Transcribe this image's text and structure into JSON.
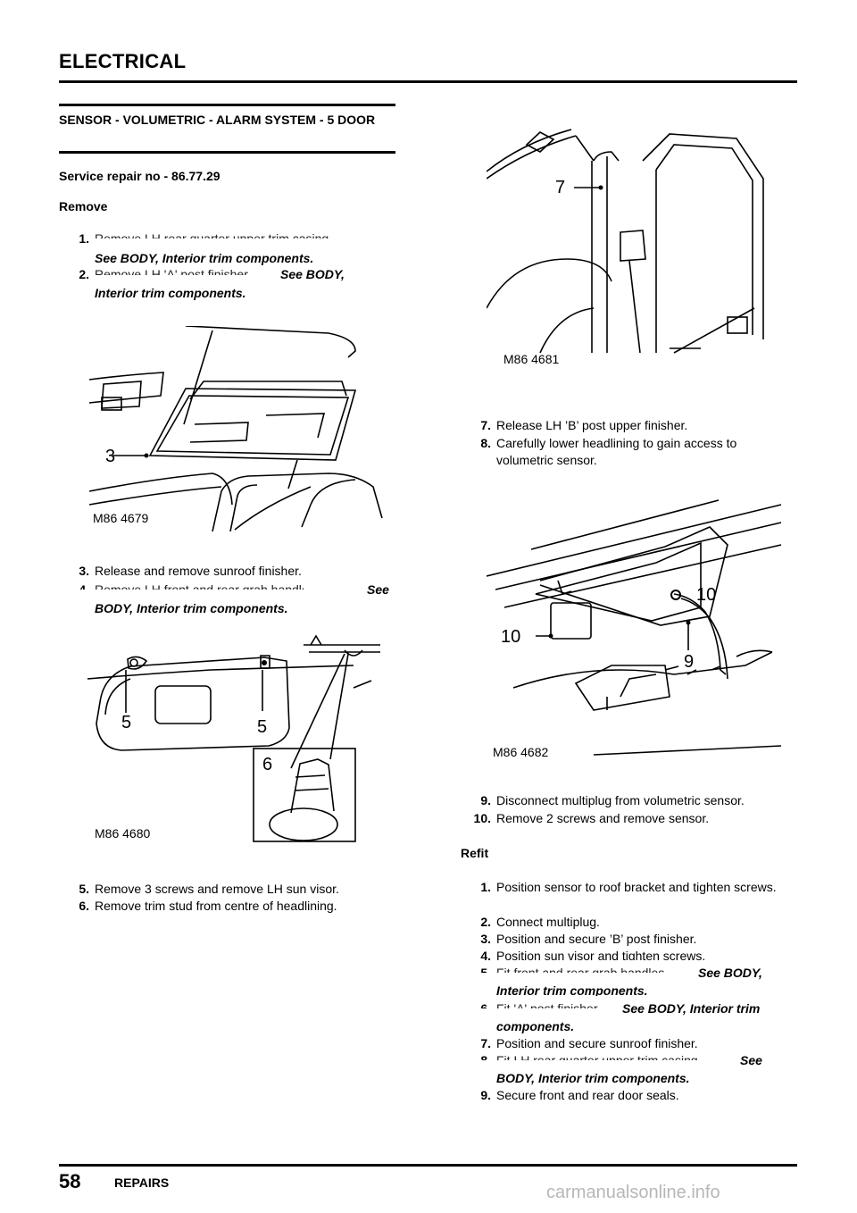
{
  "header": {
    "title": "ELECTRICAL"
  },
  "section": {
    "title": "SENSOR - VOLUMETRIC - ALARM SYSTEM - 5 DOOR",
    "service_repair": "Service repair no - 86.77.29",
    "remove_heading": "Remove",
    "refit_heading": "Refit"
  },
  "see_ref": {
    "full": "See  BODY, Interior trim components.",
    "short": "See  BODY,",
    "line2": "Interior trim components.",
    "see": "See",
    "body_line": "BODY, Interior trim components.",
    "tail": "components.",
    "body_interior": "See  BODY, Interior trim",
    "body_comp": "Interior trim components."
  },
  "remove_steps": [
    {
      "num": "1.",
      "text": "Remove LH rear quarter upper trim casing."
    },
    {
      "num": "2.",
      "text": "Remove LH 'A' post finisher."
    },
    {
      "num": "3.",
      "text": "Release and remove sunroof finisher."
    },
    {
      "num": "4.",
      "text": "Remove LH front and rear grab handles."
    },
    {
      "num": "5.",
      "text": "Remove 3 screws and remove LH sun visor."
    },
    {
      "num": "6.",
      "text": "Remove trim stud from centre of headlining."
    },
    {
      "num": "7.",
      "text": "Release LH ’B’ post upper finisher."
    },
    {
      "num": "8.",
      "text": "Carefully lower headlining to gain access to volumetric sensor."
    },
    {
      "num": "9.",
      "text": "Disconnect multiplug from volumetric sensor."
    },
    {
      "num": "10.",
      "text": "Remove 2 screws and remove sensor."
    }
  ],
  "refit_steps": [
    {
      "num": "1.",
      "text": "Position sensor to roof bracket and tighten screws."
    },
    {
      "num": "2.",
      "text": "Connect multiplug."
    },
    {
      "num": "3.",
      "text": "Position and secure ’B’ post finisher."
    },
    {
      "num": "4.",
      "text": "Position sun visor and tighten screws."
    },
    {
      "num": "5.",
      "text": "Fit front and rear grab handles."
    },
    {
      "num": "6.",
      "text": "Fit 'A' post finisher."
    },
    {
      "num": "7.",
      "text": "Position and secure sunroof finisher."
    },
    {
      "num": "8.",
      "text": "Fit LH rear quarter upper trim casing."
    },
    {
      "num": "9.",
      "text": "Secure front and rear door seals."
    }
  ],
  "figures": [
    {
      "label": "M86 4679",
      "callouts": [
        "3"
      ]
    },
    {
      "label": "M86 4680",
      "callouts": [
        "5",
        "5",
        "6"
      ]
    },
    {
      "label": "M86 4681",
      "callouts": [
        "7"
      ]
    },
    {
      "label": "M86 4682",
      "callouts": [
        "10",
        "10",
        "9"
      ]
    }
  ],
  "footer": {
    "page": "58",
    "section": "REPAIRS",
    "watermark": "carmanualsonline.info"
  }
}
